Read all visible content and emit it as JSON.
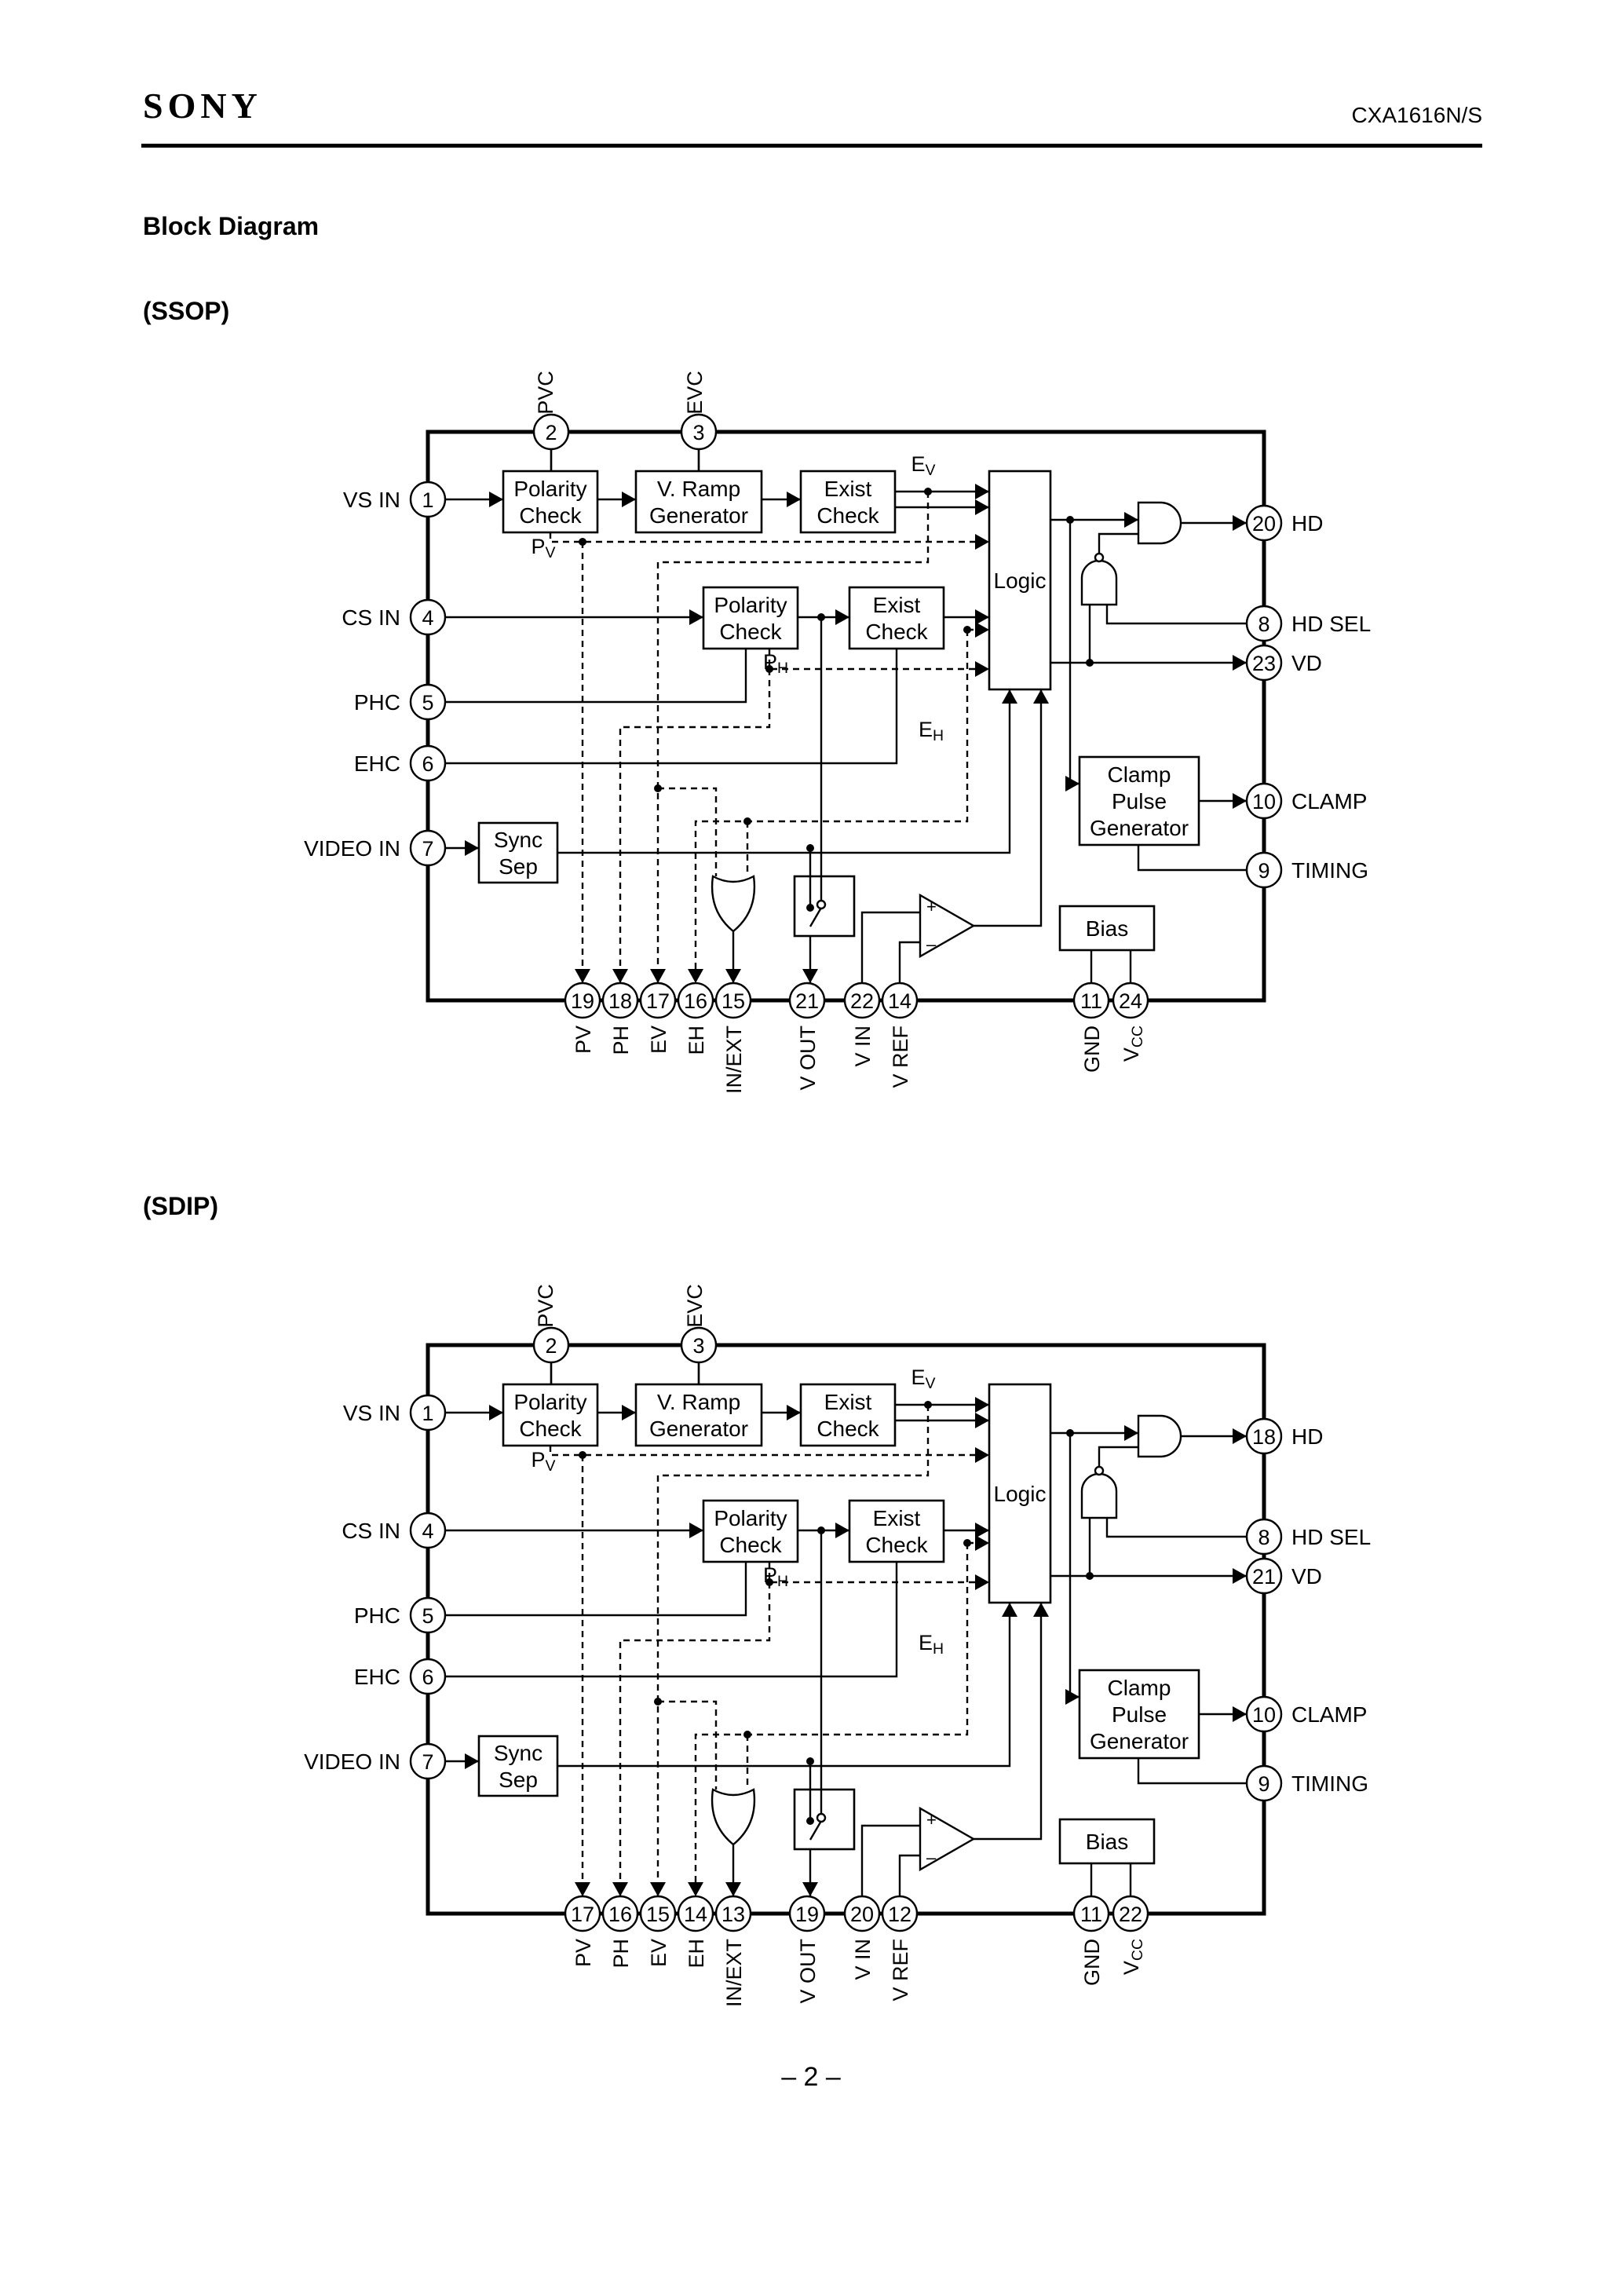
{
  "header": {
    "brand": "SONY",
    "part_number": "CXA1616N/S"
  },
  "title": "Block Diagram",
  "footer": {
    "page": "– 2 –"
  },
  "diagrams": [
    {
      "package": "(SSOP)",
      "pins": {
        "pvc": "2",
        "evc": "3",
        "vs_in": "1",
        "cs_in": "4",
        "phc": "5",
        "ehc": "6",
        "video_in": "7",
        "hd": "20",
        "hd_sel": "8",
        "vd": "23",
        "clamp": "10",
        "timing": "9",
        "pv": "19",
        "ph": "18",
        "ev": "17",
        "eh": "16",
        "in_ext": "15",
        "v_out": "21",
        "v_in": "22",
        "v_ref": "14",
        "gnd": "11",
        "vcc": "24"
      }
    },
    {
      "package": "(SDIP)",
      "pins": {
        "pvc": "2",
        "evc": "3",
        "vs_in": "1",
        "cs_in": "4",
        "phc": "5",
        "ehc": "6",
        "video_in": "7",
        "hd": "18",
        "hd_sel": "8",
        "vd": "21",
        "clamp": "10",
        "timing": "9",
        "pv": "17",
        "ph": "16",
        "ev": "15",
        "eh": "14",
        "in_ext": "13",
        "v_out": "19",
        "v_in": "20",
        "v_ref": "12",
        "gnd": "11",
        "vcc": "22"
      }
    }
  ],
  "labels": {
    "pvc": "PVC",
    "evc": "EVC",
    "vs_in": "VS IN",
    "cs_in": "CS IN",
    "phc": "PHC",
    "ehc": "EHC",
    "video_in": "VIDEO IN",
    "hd": "HD",
    "hd_sel": "HD SEL",
    "vd": "VD",
    "clamp": "CLAMP",
    "timing": "TIMING",
    "pv": "PV",
    "ph": "PH",
    "ev": "EV",
    "eh": "EH",
    "in_ext": "IN/EXT",
    "v_out": "V OUT",
    "v_in": "V IN",
    "v_ref": "V REF",
    "gnd": "GND",
    "vcc": "VCC"
  },
  "blocks": {
    "polarity_check": [
      "Polarity",
      "Check"
    ],
    "v_ramp_generator": [
      "V. Ramp",
      "Generator"
    ],
    "exist_check": [
      "Exist",
      "Check"
    ],
    "logic": "Logic",
    "clamp_pulse_generator": [
      "Clamp",
      "Pulse",
      "Generator"
    ],
    "sync_sep": [
      "Sync",
      "Sep"
    ],
    "bias": "Bias",
    "opamp_plus": "+",
    "opamp_minus": "–"
  },
  "signals": {
    "pv": "PV",
    "ph": "PH",
    "ev": "EV",
    "eh": "EH"
  }
}
